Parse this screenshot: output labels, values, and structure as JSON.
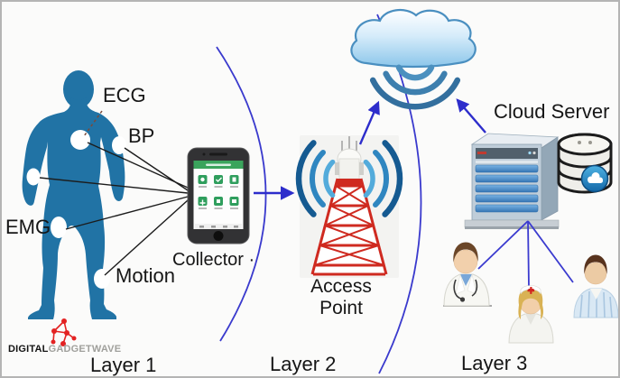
{
  "diagram_type": "3-layer health monitoring network architecture",
  "sensors": [
    {
      "label": "ECG"
    },
    {
      "label": "BP"
    },
    {
      "label": "EMG"
    },
    {
      "label": "Motion"
    }
  ],
  "nodes": {
    "collector": {
      "label": "Collector ·"
    },
    "access_point": {
      "label": "Access Point"
    },
    "cloud_server": {
      "label": "Cloud Server"
    }
  },
  "layers": [
    {
      "label": "Layer 1"
    },
    {
      "label": "Layer 2"
    },
    {
      "label": "Layer 3"
    }
  ],
  "watermark": {
    "brand_bold": "DIGITAL",
    "brand_light": "GADGETWAVE"
  },
  "colors": {
    "body_blue": "#2173a5",
    "sensor_white": "#ffffff",
    "line_black": "#1c1c1c",
    "layer_arc_blue": "#3a3acd",
    "arrow_blue": "#2d2dcb",
    "tower_red": "#cf2a20",
    "wifi_dark": "#155a91",
    "wifi_mid": "#2f86c0",
    "wifi_light": "#53abdb",
    "cloud_stroke": "#4a8fc0",
    "phone_green": "#3aa45c",
    "server_slat_blue": "#4a8fcc",
    "db_badge_blue": "#1b79b8",
    "watermark_red": "#e32222"
  }
}
